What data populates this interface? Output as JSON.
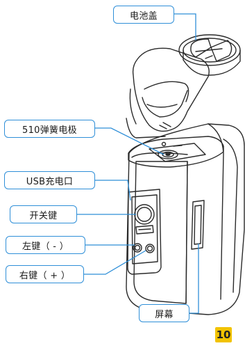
{
  "labels": {
    "battery_cover": "电池盖",
    "spring_510": "510弹簧电极",
    "usb_port": "USB充电口",
    "power_key": "开关键",
    "left_key": "左键（ - ）",
    "right_key": "右键（ + ）",
    "screen": "屏幕"
  },
  "page_number": "10",
  "colors": {
    "callout_border": "#2f8fd8",
    "outline": "#2a2a2a",
    "badge": "#f2c300"
  }
}
